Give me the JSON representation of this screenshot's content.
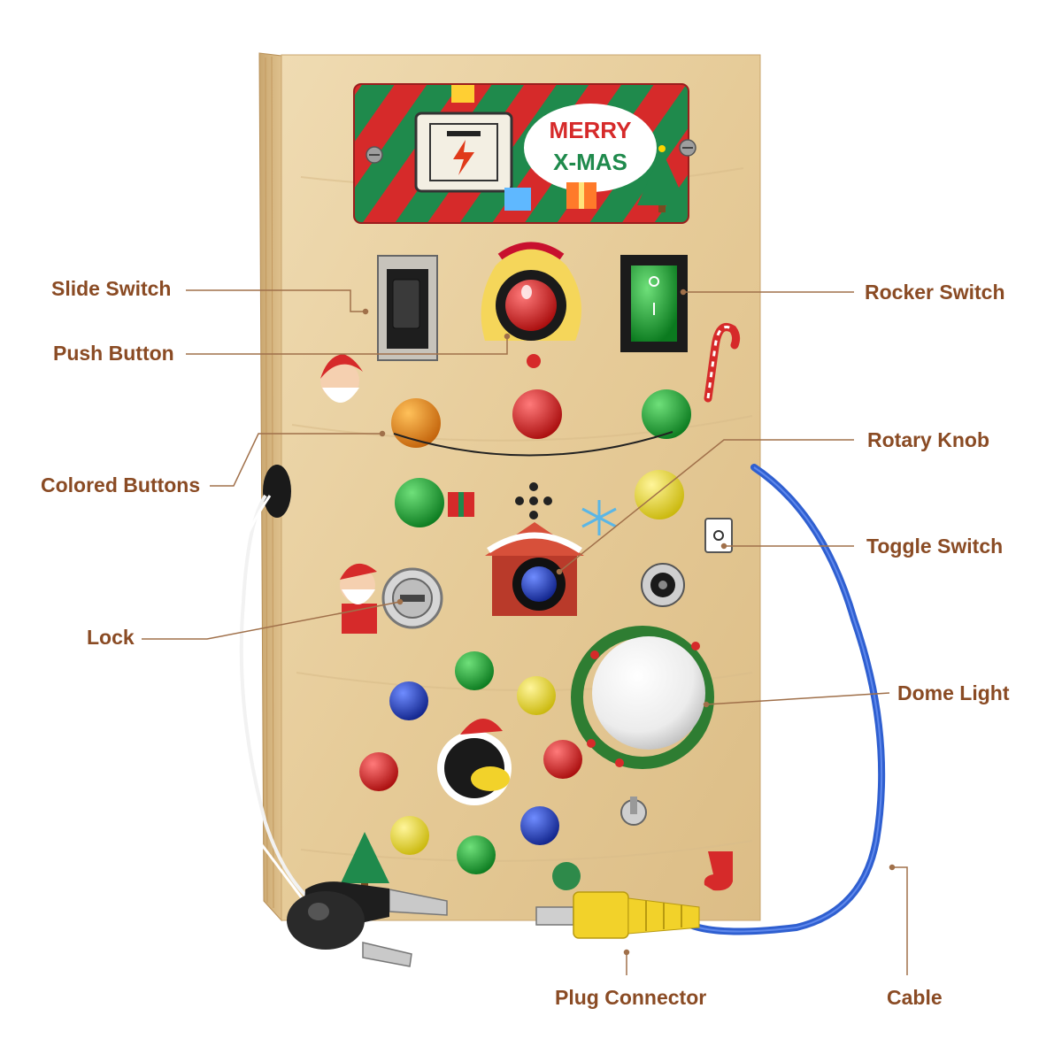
{
  "banner": {
    "line1": "MERRY",
    "line2": "X-MAS"
  },
  "callouts": {
    "slide_switch": "Slide Switch",
    "push_button": "Push Button",
    "colored_buttons": "Colored Buttons",
    "lock": "Lock",
    "rocker_switch": "Rocker Switch",
    "rotary_knob": "Rotary Knob",
    "toggle_switch": "Toggle Switch",
    "dome_light": "Dome Light",
    "plug_connector": "Plug Connector",
    "cable": "Cable"
  },
  "colors": {
    "label_text": "#8a4b24",
    "leader_line": "#a0704a",
    "wood": "#e8cfa0",
    "banner_red": "#d62a2a",
    "banner_green": "#1f8a4c",
    "cable_blue": "#2f5fd0",
    "plug_yellow": "#f2d22a"
  },
  "icons": [
    "santa-icon",
    "christmas-tree-icon",
    "snowflake-icon",
    "gift-icon",
    "candy-cane-icon",
    "battery-icon",
    "key-icon"
  ]
}
